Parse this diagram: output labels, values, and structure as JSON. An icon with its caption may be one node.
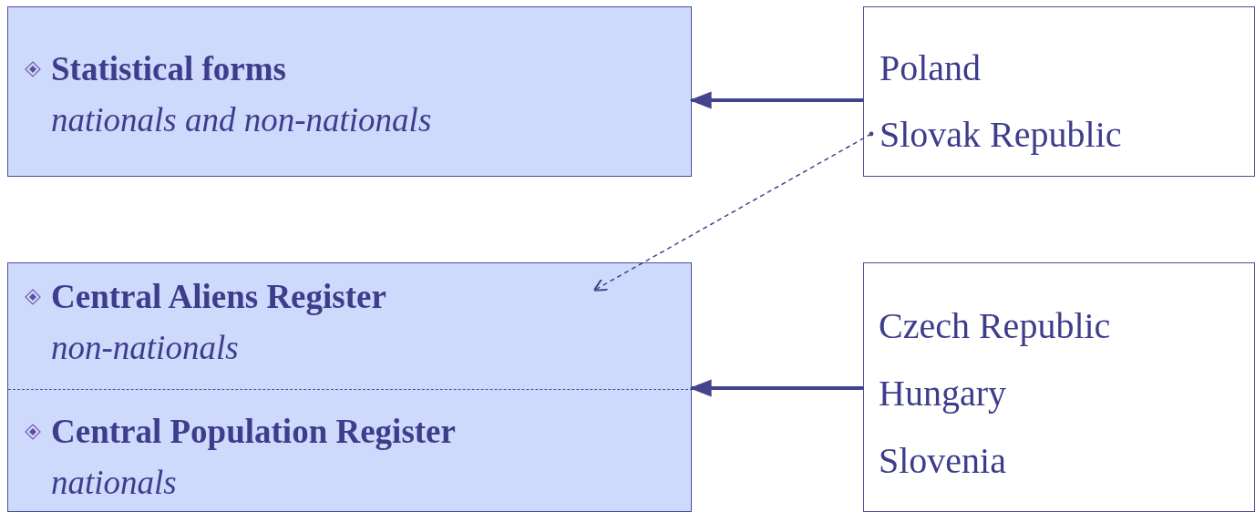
{
  "diagram": {
    "nodes": [
      {
        "text": [
          "Statistical forms",
          "nationals and non-nationals"
        ]
      },
      {
        "text": [],
        "shape": "box"
      },
      {
        "text": [
          "Central Aliens Register",
          "non-nationals"
        ],
        "in": 1
      },
      {
        "text": [
          "Central Population Register",
          "nationals"
        ],
        "in": 1
      },
      {
        "text": [],
        "shape": "box"
      },
      {
        "text": [
          "Poland"
        ],
        "in": 4
      },
      {
        "text": [
          "Slovak Republic"
        ],
        "in": 4
      },
      {
        "text": [
          "Czech Republic",
          "Hungary",
          "Slovenia"
        ]
      }
    ],
    "edges": [
      {
        "from": 4,
        "to": 0,
        "arrow": "to"
      },
      {
        "from": 6,
        "to": 2,
        "arrow": "to",
        "style": "dashed"
      },
      {
        "from": 7,
        "to": 1,
        "arrow": "to"
      }
    ]
  }
}
